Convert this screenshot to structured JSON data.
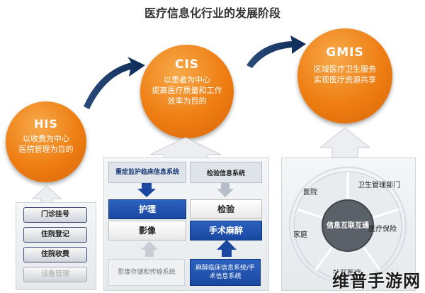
{
  "title": "医疗信息化行业的发展阶段",
  "his": {
    "name": "HIS",
    "lines": [
      "以收费为中心",
      "医院管理为目的"
    ]
  },
  "cis": {
    "name": "CIS",
    "lines": [
      "以患者为中心",
      "提高医疗质量和工作",
      "效率为目的"
    ]
  },
  "gmis": {
    "name": "GMIS",
    "lines": [
      "区域医疗卫生服务",
      "实现医疗资源共享"
    ]
  },
  "his_modules": [
    "门诊挂号",
    "住院登记",
    "住院收费",
    "设备管理"
  ],
  "cis_modules": {
    "nursing_info": "重症监护临床信息系统",
    "lab_info": "检验信息系统",
    "nursing": "护理",
    "lab": "检验",
    "imaging": "影像",
    "surgery": "手术麻醉",
    "imaging_sys": "影像存储和传输系统",
    "anesthesia_sys": "麻醉临床信息系统/手术信息系统"
  },
  "gmis_cycle": {
    "center": "信息互联互通",
    "segments": [
      "医院",
      "卫生管理部门",
      "医疗保险",
      "社区医疗",
      "家庭"
    ]
  },
  "watermark": "维普手游网",
  "colors": {
    "orange": "#ee7d12",
    "blue": "#1a48a0"
  }
}
